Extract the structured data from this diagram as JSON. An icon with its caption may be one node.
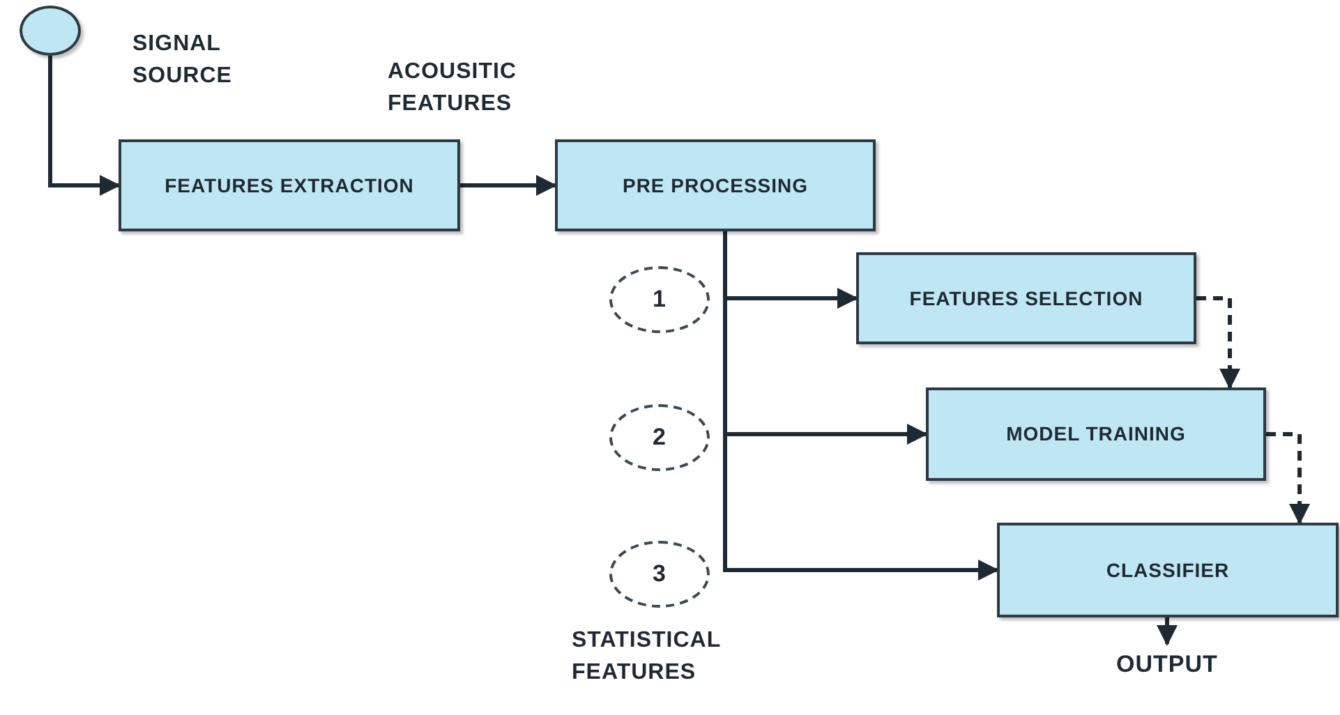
{
  "diagram": {
    "nodes": [
      {
        "text": [],
        "shape": "circle",
        "beside": [
          "SIGNAL SOURCE"
        ]
      },
      {
        "text": [
          "FEATURES EXTRACTION"
        ]
      },
      {
        "text": [
          "PRE PROCESSING"
        ]
      },
      {
        "text": [
          "FEATURES SELECTION"
        ]
      },
      {
        "text": [
          "MODEL TRAINING"
        ]
      },
      {
        "text": [
          "CLASSIFIER"
        ]
      },
      {
        "text": [
          "1"
        ]
      },
      {
        "text": [
          "2"
        ]
      },
      {
        "text": [
          "3"
        ]
      },
      {
        "text": [
          "OUTPUT"
        ]
      }
    ],
    "edges": [
      {
        "from": 0,
        "to": 1,
        "arrow": "to"
      },
      {
        "from": 1,
        "to": 2,
        "arrow": "to",
        "label": "ACOUSITIC FEATURES"
      },
      {
        "from": 2,
        "to": 3,
        "arrow": "to"
      },
      {
        "from": 2,
        "to": 4,
        "arrow": "to"
      },
      {
        "from": 2,
        "to": 5,
        "arrow": "to"
      },
      {
        "from": 3,
        "to": 4,
        "arrow": "to",
        "style": "dashed"
      },
      {
        "from": 4,
        "to": 5,
        "arrow": "to",
        "style": "dashed"
      },
      {
        "from": 5,
        "to": 9,
        "arrow": "to"
      }
    ],
    "labels": [
      "STATISTICAL FEATURES"
    ]
  }
}
